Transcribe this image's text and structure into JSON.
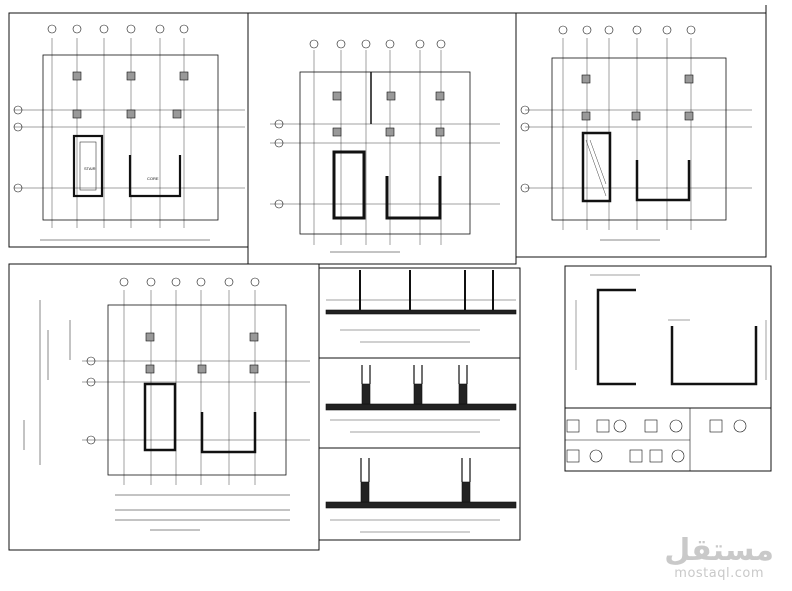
{
  "sheet": {
    "colors": {
      "line": "#111111",
      "hatch": "#555555",
      "fill": "#222222",
      "bg": "#ffffff"
    }
  },
  "panels": [
    {
      "id": "plan-1",
      "kind": "foundation-plan"
    },
    {
      "id": "plan-2",
      "kind": "foundation-plan"
    },
    {
      "id": "plan-3",
      "kind": "foundation-plan"
    },
    {
      "id": "plan-4",
      "kind": "foundation-plan"
    },
    {
      "id": "section-1",
      "kind": "section"
    },
    {
      "id": "section-2",
      "kind": "section"
    },
    {
      "id": "section-3",
      "kind": "section"
    },
    {
      "id": "details",
      "kind": "wall-and-column-details"
    }
  ],
  "plan_labels": {
    "plan_1_core": "CORE",
    "plan_1_stair": "STAIR"
  },
  "watermark": {
    "arabic": "مستقل",
    "latin": "mostaql.com"
  }
}
